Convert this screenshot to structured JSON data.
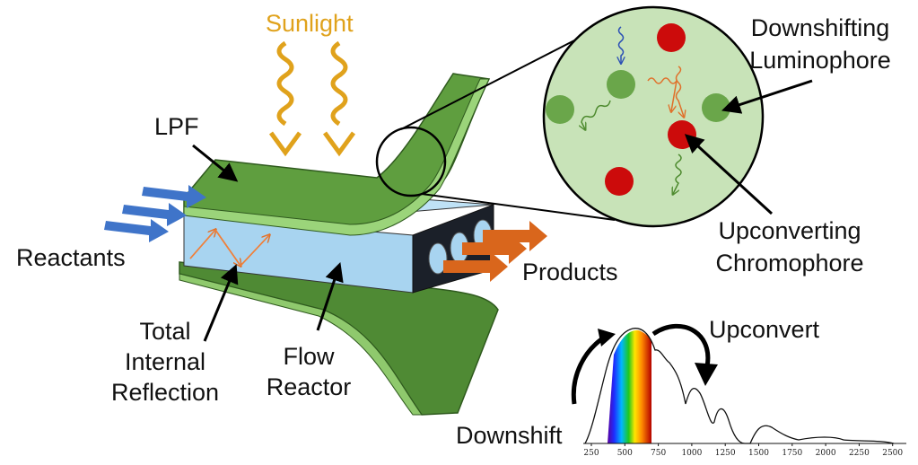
{
  "labels": {
    "sunlight": "Sunlight",
    "lpf": "LPF",
    "reactants": "Reactants",
    "products": "Products",
    "tir_line1": "Total",
    "tir_line2": "Internal",
    "tir_line3": "Reflection",
    "flow_line1": "Flow",
    "flow_line2": "Reactor",
    "down_lum_line1": "Downshifting",
    "down_lum_line2": "Luminophore",
    "up_chrom_line1": "Upconverting",
    "up_chrom_line2": "Chromophore",
    "upconvert": "Upconvert",
    "downshift": "Downshift"
  },
  "spectrum_axis": {
    "ticks": [
      "250",
      "500",
      "750",
      "1000",
      "1250",
      "1500",
      "1750",
      "2000",
      "2250",
      "2500"
    ]
  },
  "colors": {
    "sunlight": "#e0a21c",
    "lpf_green": "#5f9e3f",
    "lpf_light": "#9bd47a",
    "reactor_blue": "#a8d4f0",
    "arrow_blue": "#3f74c9",
    "arrow_orange": "#d9661c",
    "luminophore_green": "#6aa64a",
    "chromophore_red": "#cc0b0b",
    "zoom_circle": "#c8e3b8"
  }
}
